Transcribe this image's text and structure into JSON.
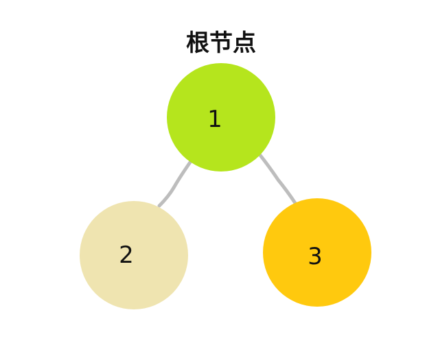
{
  "title": "根节点",
  "nodes": [
    {
      "id": "node-1",
      "label": "1",
      "color": "#b5e51d"
    },
    {
      "id": "node-2",
      "label": "2",
      "color": "#efe4b0"
    },
    {
      "id": "node-3",
      "label": "3",
      "color": "#ffc90e"
    }
  ],
  "edges": [
    {
      "from": "node-1",
      "to": "node-2",
      "color": "#bdbdbd"
    },
    {
      "from": "node-1",
      "to": "node-3",
      "color": "#bdbdbd"
    }
  ]
}
